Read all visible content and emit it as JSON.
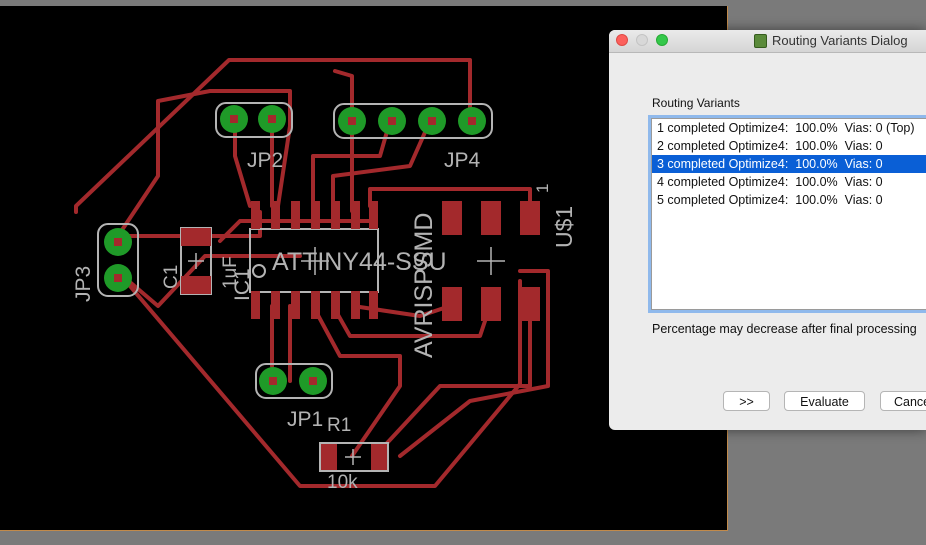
{
  "board": {
    "parts": {
      "jp2": "JP2",
      "jp4": "JP4",
      "jp3": "JP3",
      "jp1": "JP1",
      "c1": "C1",
      "c1_value": "1uF",
      "ic1": "IC1",
      "ic1_value": "ATTINY44-SSU",
      "avrisp": "AVRISPSMD",
      "us1": "U$1",
      "pin1": "1",
      "r1": "R1",
      "r1_value": "10k"
    },
    "colors": {
      "background": "#000000",
      "trace": "#a3292c",
      "pad": "#1f9a28",
      "outline": "#b4b4b4"
    }
  },
  "dialog": {
    "title": "Routing Variants Dialog",
    "section_label": "Routing Variants",
    "variants": [
      "1 completed Optimize4:  100.0%  Vias: 0 (Top)",
      "2 completed Optimize4:  100.0%  Vias: 0",
      "3 completed Optimize4:  100.0%  Vias: 0",
      "4 completed Optimize4:  100.0%  Vias: 0",
      "5 completed Optimize4:  100.0%  Vias: 0"
    ],
    "selected_index": 2,
    "note": "Percentage may decrease after final processing",
    "buttons": {
      "next": ">>",
      "evaluate": "Evaluate",
      "cancel": "Cancel"
    }
  }
}
